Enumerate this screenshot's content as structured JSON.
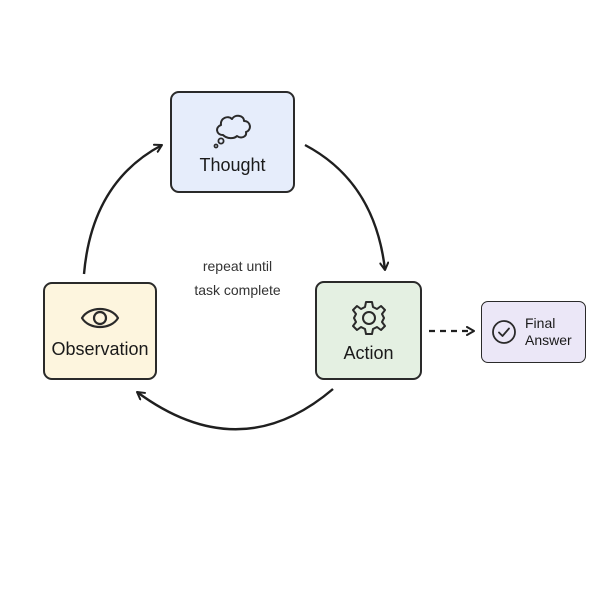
{
  "nodes": {
    "thought": {
      "label": "Thought",
      "icon": "thought-cloud-icon",
      "fill": "#e6edfb"
    },
    "action": {
      "label": "Action",
      "icon": "gear-icon",
      "fill": "#e4f0e2"
    },
    "observation": {
      "label": "Observation",
      "icon": "eye-icon",
      "fill": "#fdf5de"
    }
  },
  "final_answer": {
    "line1": "Final",
    "line2": "Answer",
    "icon": "check-circle-icon",
    "fill": "#ebe7f7"
  },
  "loop_note": {
    "line1": "repeat until",
    "line2": "task complete"
  }
}
